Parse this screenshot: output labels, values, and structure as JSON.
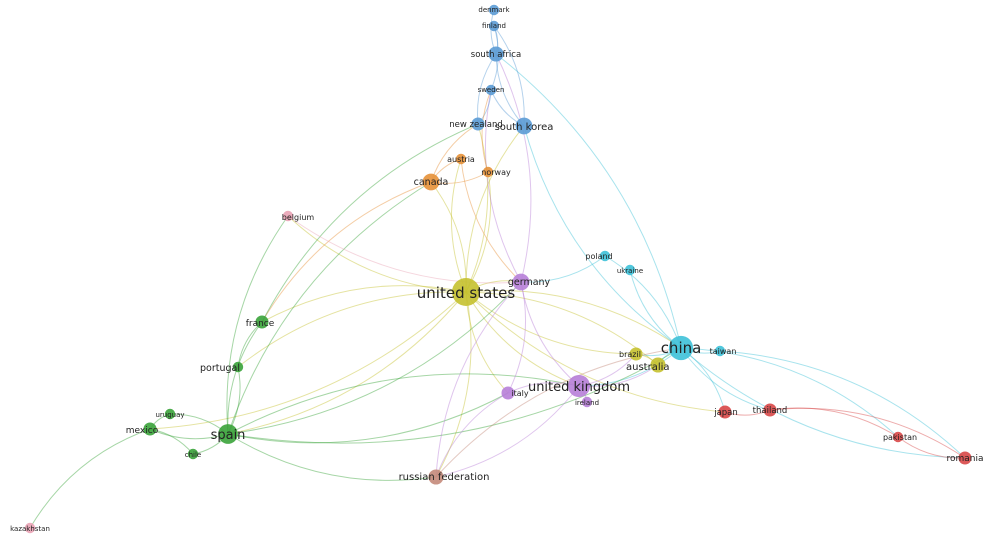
{
  "network": {
    "clusters": {
      "blue": "#5b9bd5",
      "cyan": "#3ec1d8",
      "green": "#3aa33a",
      "yellow": "#c5c12f",
      "purple": "#b77fd8",
      "red": "#d84747",
      "orange": "#e69138",
      "brown": "#c48a7a",
      "pink": "#e9a3b5"
    },
    "nodes": [
      {
        "id": "denmark",
        "label": "denmark",
        "cluster": "blue",
        "weight": 1,
        "label_color": "#222222"
      },
      {
        "id": "finland",
        "label": "finland",
        "cluster": "blue",
        "weight": 1,
        "label_color": "#222222"
      },
      {
        "id": "south-africa",
        "label": "south africa",
        "cluster": "blue",
        "weight": 3,
        "label_color": "#222222"
      },
      {
        "id": "sweden",
        "label": "sweden",
        "cluster": "blue",
        "weight": 1,
        "label_color": "#222222"
      },
      {
        "id": "new-zealand",
        "label": "new zealand",
        "cluster": "blue",
        "weight": 2,
        "label_color": "#9aa7b5"
      },
      {
        "id": "south-korea",
        "label": "south korea",
        "cluster": "blue",
        "weight": 4,
        "label_color": "#222222"
      },
      {
        "id": "austria",
        "label": "austria",
        "cluster": "orange",
        "weight": 1,
        "label_color": "#222222"
      },
      {
        "id": "norway",
        "label": "norway",
        "cluster": "orange",
        "weight": 1,
        "label_color": "#222222"
      },
      {
        "id": "canada",
        "label": "canada",
        "cluster": "orange",
        "weight": 4,
        "label_color": "#222222"
      },
      {
        "id": "belgium",
        "label": "belgium",
        "cluster": "pink",
        "weight": 1,
        "label_color": "#222222"
      },
      {
        "id": "poland",
        "label": "poland",
        "cluster": "cyan",
        "weight": 1,
        "label_color": "#222222"
      },
      {
        "id": "ukraine",
        "label": "ukraine",
        "cluster": "cyan",
        "weight": 1,
        "label_color": "#222222"
      },
      {
        "id": "united-states",
        "label": "united states",
        "cluster": "yellow",
        "weight": 14,
        "label_color": "#222222"
      },
      {
        "id": "germany",
        "label": "germany",
        "cluster": "purple",
        "weight": 4,
        "label_color": "#b9a7c9"
      },
      {
        "id": "france",
        "label": "france",
        "cluster": "green",
        "weight": 2,
        "label_color": "#222222"
      },
      {
        "id": "china",
        "label": "china",
        "cluster": "cyan",
        "weight": 10,
        "label_color": "#222222"
      },
      {
        "id": "taiwan",
        "label": "taiwan",
        "cluster": "cyan",
        "weight": 1,
        "label_color": "#222222"
      },
      {
        "id": "brazil",
        "label": "brazil",
        "cluster": "yellow",
        "weight": 2,
        "label_color": "#222222"
      },
      {
        "id": "australia",
        "label": "australia",
        "cluster": "yellow",
        "weight": 3,
        "label_color": "#c8c77a"
      },
      {
        "id": "portugal",
        "label": "portugal",
        "cluster": "green",
        "weight": 1,
        "label_color": "#222222"
      },
      {
        "id": "italy",
        "label": "italy",
        "cluster": "purple",
        "weight": 2,
        "label_color": "#222222"
      },
      {
        "id": "united-kingdom",
        "label": "united kingdom",
        "cluster": "purple",
        "weight": 8,
        "label_color": "#222222"
      },
      {
        "id": "ireland",
        "label": "ireland",
        "cluster": "purple",
        "weight": 1,
        "label_color": "#222222"
      },
      {
        "id": "uruguay",
        "label": "uruguay",
        "cluster": "green",
        "weight": 1,
        "label_color": "#222222"
      },
      {
        "id": "mexico",
        "label": "mexico",
        "cluster": "green",
        "weight": 2,
        "label_color": "#222222"
      },
      {
        "id": "spain",
        "label": "spain",
        "cluster": "green",
        "weight": 6,
        "label_color": "#222222"
      },
      {
        "id": "chile",
        "label": "chile",
        "cluster": "green",
        "weight": 1,
        "label_color": "#222222"
      },
      {
        "id": "japan",
        "label": "japan",
        "cluster": "red",
        "weight": 2,
        "label_color": "#222222"
      },
      {
        "id": "thailand",
        "label": "thailand",
        "cluster": "red",
        "weight": 2,
        "label_color": "#222222"
      },
      {
        "id": "pakistan",
        "label": "pakistan",
        "cluster": "red",
        "weight": 1,
        "label_color": "#222222"
      },
      {
        "id": "romania",
        "label": "romania",
        "cluster": "red",
        "weight": 2,
        "label_color": "#222222"
      },
      {
        "id": "russian-federation",
        "label": "russian federation",
        "cluster": "brown",
        "weight": 3,
        "label_color": "#222222"
      },
      {
        "id": "kazakhstan",
        "label": "kazakhstan",
        "cluster": "pink",
        "weight": 1,
        "label_color": "#222222"
      }
    ],
    "links": [
      [
        "united-states",
        "china"
      ],
      [
        "united-states",
        "united-kingdom"
      ],
      [
        "united-states",
        "spain"
      ],
      [
        "united-states",
        "canada"
      ],
      [
        "united-states",
        "germany"
      ],
      [
        "united-states",
        "france"
      ],
      [
        "united-states",
        "australia"
      ],
      [
        "united-states",
        "italy"
      ],
      [
        "united-states",
        "south-korea"
      ],
      [
        "united-states",
        "brazil"
      ],
      [
        "united-states",
        "russian-federation"
      ],
      [
        "united-states",
        "portugal"
      ],
      [
        "united-states",
        "austria"
      ],
      [
        "united-states",
        "norway"
      ],
      [
        "united-states",
        "belgium"
      ],
      [
        "united-states",
        "japan"
      ],
      [
        "united-states",
        "mexico"
      ],
      [
        "united-states",
        "new-zealand"
      ],
      [
        "china",
        "south-korea"
      ],
      [
        "china",
        "taiwan"
      ],
      [
        "china",
        "japan"
      ],
      [
        "china",
        "thailand"
      ],
      [
        "china",
        "pakistan"
      ],
      [
        "china",
        "australia"
      ],
      [
        "china",
        "united-kingdom"
      ],
      [
        "china",
        "poland"
      ],
      [
        "china",
        "ukraine"
      ],
      [
        "china",
        "south-africa"
      ],
      [
        "china",
        "brazil"
      ],
      [
        "china",
        "romania"
      ],
      [
        "spain",
        "france"
      ],
      [
        "spain",
        "portugal"
      ],
      [
        "spain",
        "mexico"
      ],
      [
        "spain",
        "uruguay"
      ],
      [
        "spain",
        "chile"
      ],
      [
        "spain",
        "italy"
      ],
      [
        "spain",
        "united-kingdom"
      ],
      [
        "spain",
        "russian-federation"
      ],
      [
        "spain",
        "canada"
      ],
      [
        "spain",
        "germany"
      ],
      [
        "spain",
        "belgium"
      ],
      [
        "spain",
        "china"
      ],
      [
        "united-kingdom",
        "germany"
      ],
      [
        "united-kingdom",
        "italy"
      ],
      [
        "united-kingdom",
        "ireland"
      ],
      [
        "united-kingdom",
        "australia"
      ],
      [
        "united-kingdom",
        "russian-federation"
      ],
      [
        "united-kingdom",
        "brazil"
      ],
      [
        "germany",
        "sweden"
      ],
      [
        "germany",
        "south-africa"
      ],
      [
        "germany",
        "italy"
      ],
      [
        "germany",
        "russian-federation"
      ],
      [
        "canada",
        "austria"
      ],
      [
        "canada",
        "norway"
      ],
      [
        "canada",
        "new-zealand"
      ],
      [
        "canada",
        "france"
      ],
      [
        "south-korea",
        "sweden"
      ],
      [
        "south-korea",
        "finland"
      ],
      [
        "south-korea",
        "south-africa"
      ],
      [
        "new-zealand",
        "sweden"
      ],
      [
        "new-zealand",
        "south-africa"
      ],
      [
        "south-africa",
        "finland"
      ],
      [
        "south-africa",
        "denmark"
      ],
      [
        "sweden",
        "finland"
      ],
      [
        "norway",
        "sweden"
      ],
      [
        "austria",
        "germany"
      ],
      [
        "mexico",
        "uruguay"
      ],
      [
        "mexico",
        "kazakhstan"
      ],
      [
        "mexico",
        "chile"
      ],
      [
        "france",
        "portugal"
      ],
      [
        "france",
        "new-zealand"
      ],
      [
        "italy",
        "russian-federation"
      ],
      [
        "poland",
        "germany"
      ],
      [
        "japan",
        "thailand"
      ],
      [
        "thailand",
        "pakistan"
      ],
      [
        "pakistan",
        "romania"
      ],
      [
        "thailand",
        "romania"
      ],
      [
        "australia",
        "brazil"
      ],
      [
        "russian-federation",
        "china"
      ],
      [
        "belgium",
        "germany"
      ],
      [
        "taiwan",
        "romania"
      ]
    ]
  }
}
